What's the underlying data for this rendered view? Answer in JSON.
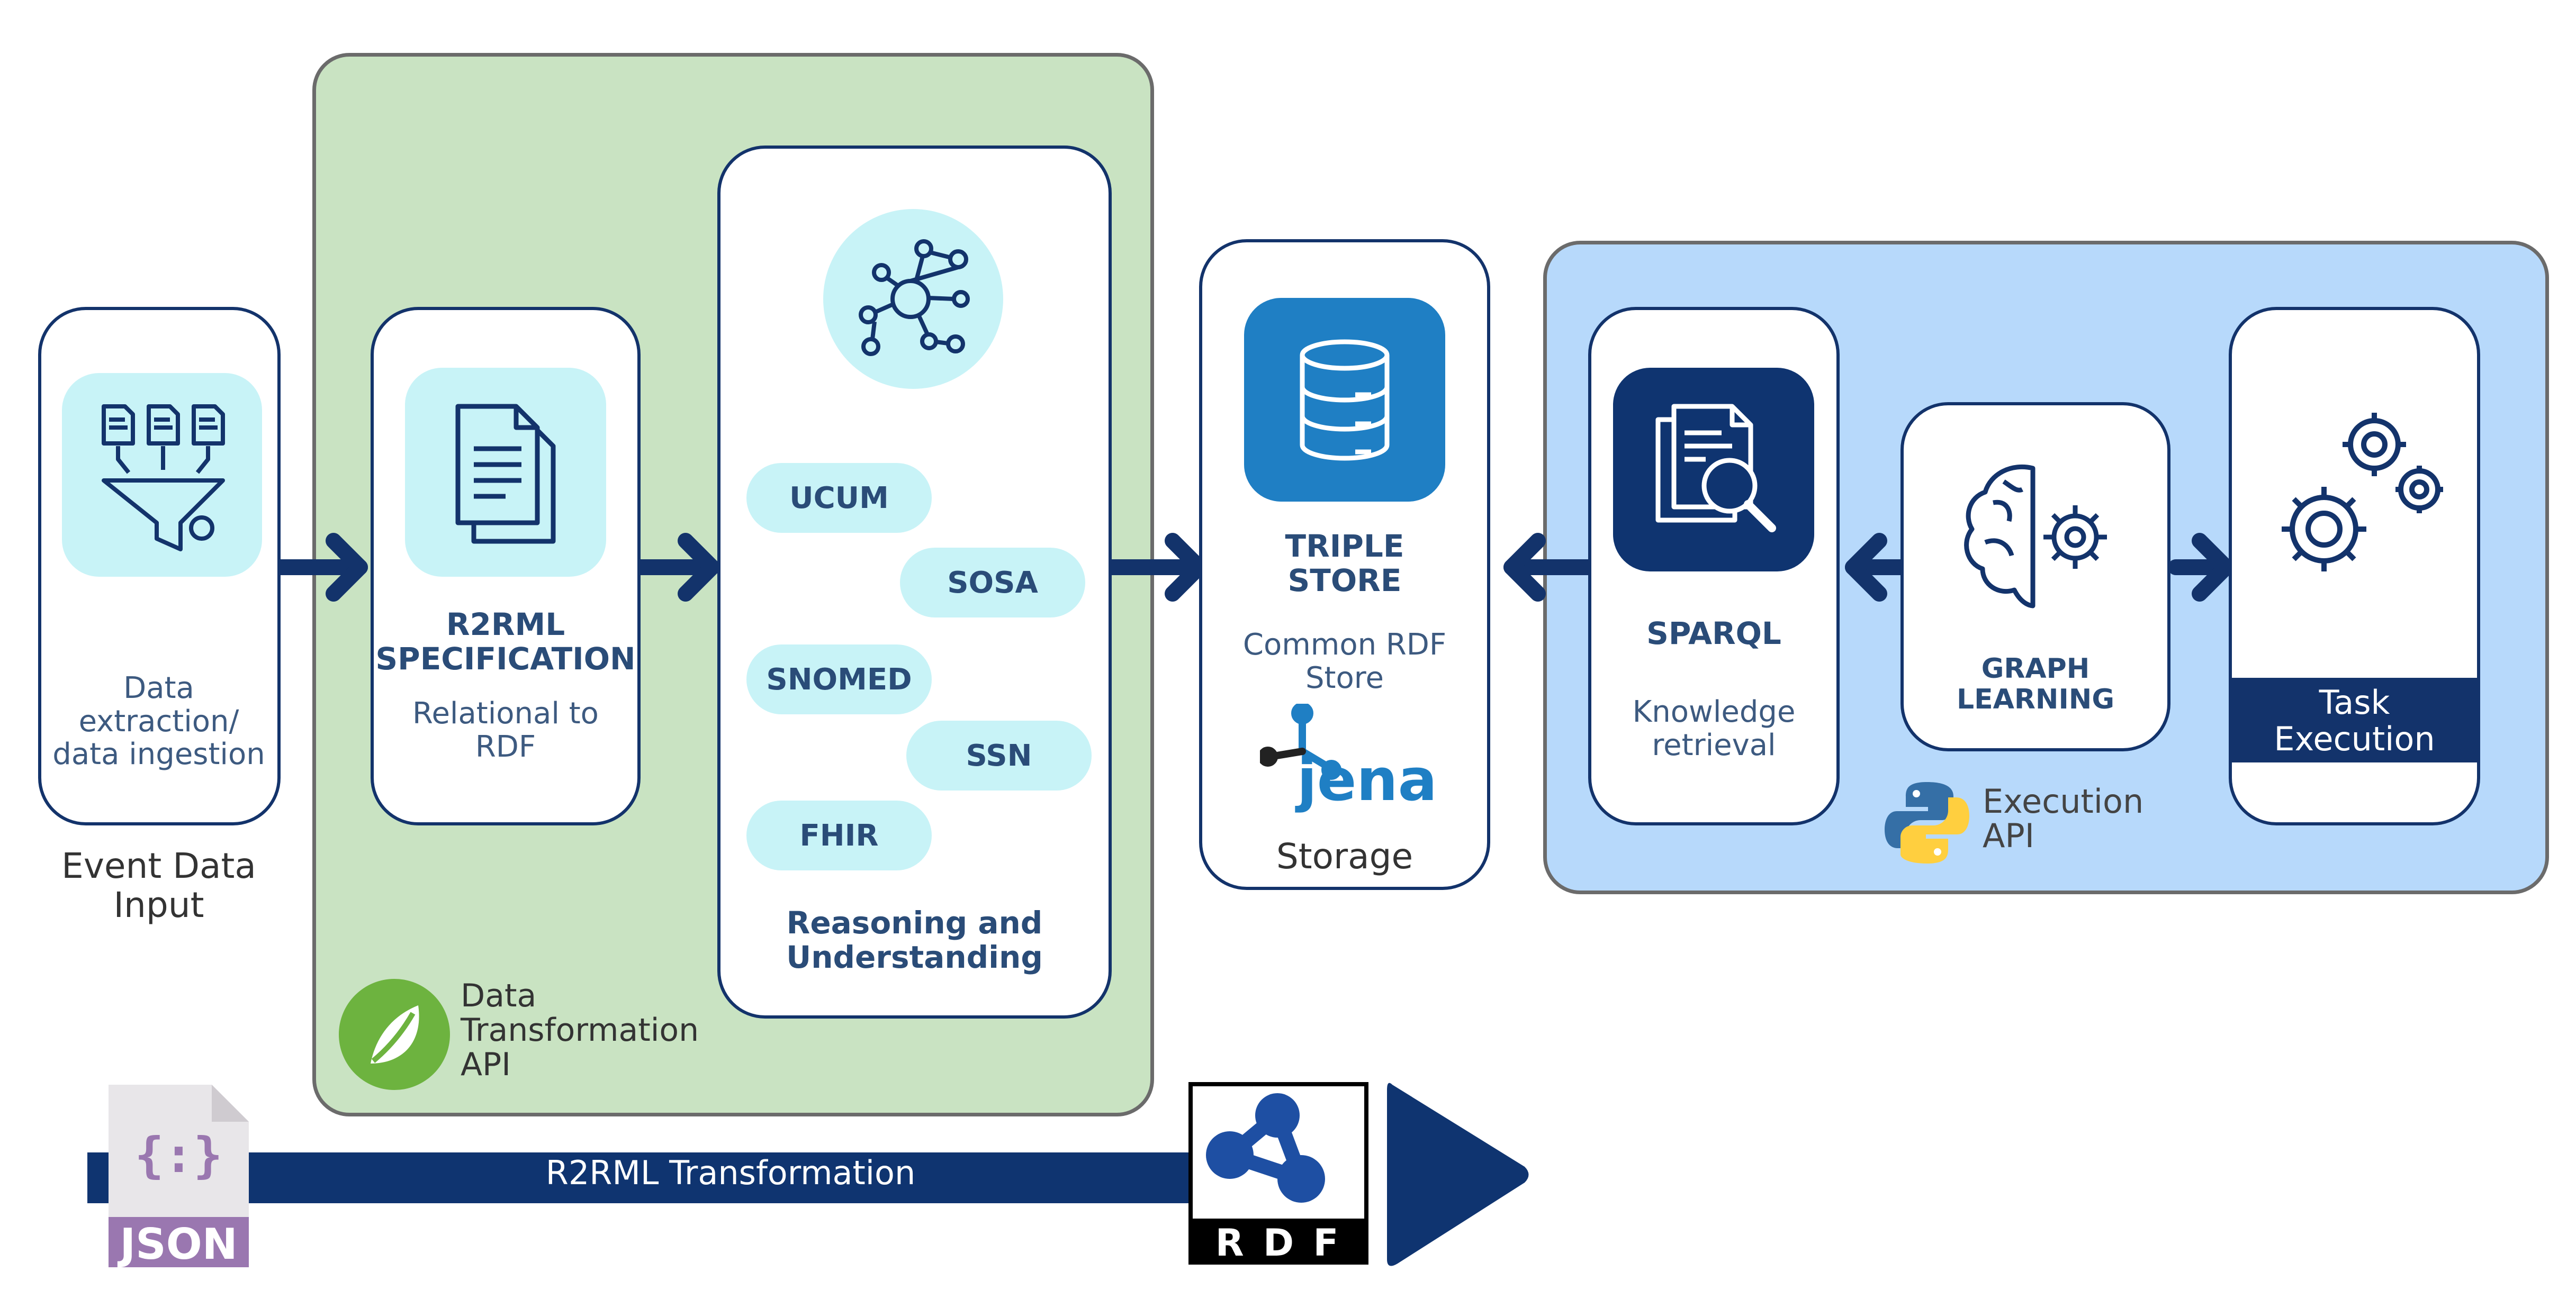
{
  "input": {
    "label": "Data\nextraction/\ndata ingestion",
    "caption": "Event Data\nInput"
  },
  "r2rml": {
    "title": "R2RML\nSPECIFICATION",
    "desc": "Relational to\nRDF"
  },
  "ontologies": [
    "UCUM",
    "SOSA",
    "SNOMED",
    "SSN",
    "FHIR"
  ],
  "reasoning": {
    "title": "Reasoning and\nUnderstanding"
  },
  "transform_api": {
    "label": "Data\nTransformation\nAPI"
  },
  "triple": {
    "title": "TRIPLE\nSTORE",
    "desc": "Common RDF\nStore",
    "jena": "jena",
    "caption": "Storage"
  },
  "sparql": {
    "title": "SPARQL",
    "desc": "Knowledge\nretrieval"
  },
  "graph": {
    "title": "GRAPH\nLEARNING"
  },
  "task": {
    "title": "Task\nExecution"
  },
  "exec_api": {
    "label": "Execution\nAPI"
  },
  "bottom": {
    "json": "JSON",
    "json_glyph": "{:}",
    "transformation": "R2RML Transformation",
    "rdf": "R D F"
  },
  "colors": {
    "navy": "#13336b",
    "green_panel": "#c9e3c2",
    "blue_panel": "#b7d9fb",
    "tile_light": "#c8f3f7",
    "tile_blue": "#1f7fc4",
    "tile_dark": "#0f3470"
  }
}
